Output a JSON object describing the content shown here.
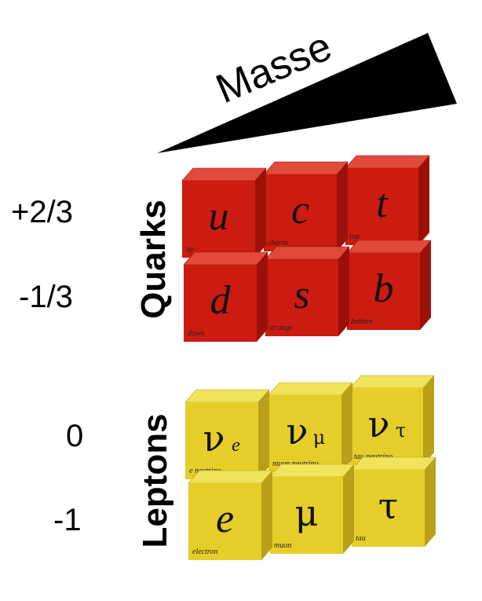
{
  "title": "Masse",
  "colors": {
    "quark_front": "#cc1b10",
    "quark_top": "#e04a3a",
    "quark_side": "#9b1108",
    "lepton_front": "#e6ce2a",
    "lepton_top": "#f1e35c",
    "lepton_side": "#b8a01a",
    "wedge": "#000000"
  },
  "quarks": {
    "label": "Quarks",
    "charges": [
      "+2/3",
      "-1/3"
    ],
    "rows": [
      [
        {
          "symbol": "u",
          "name": "up"
        },
        {
          "symbol": "c",
          "name": "charm"
        },
        {
          "symbol": "t",
          "name": "top"
        }
      ],
      [
        {
          "symbol": "d",
          "name": "down"
        },
        {
          "symbol": "s",
          "name": "strange"
        },
        {
          "symbol": "b",
          "name": "bottom"
        }
      ]
    ]
  },
  "leptons": {
    "label": "Leptons",
    "charges": [
      "0",
      "-1"
    ],
    "rows": [
      [
        {
          "symbol": "ν",
          "sub": "e",
          "name": "e neutrino"
        },
        {
          "symbol": "ν",
          "sub": "μ",
          "name": "muon neutrino"
        },
        {
          "symbol": "ν",
          "sub": "τ",
          "name": "tau neutrino"
        }
      ],
      [
        {
          "symbol": "e",
          "name": "electron"
        },
        {
          "symbol": "μ",
          "name": "muon"
        },
        {
          "symbol": "τ",
          "name": "tau"
        }
      ]
    ]
  }
}
